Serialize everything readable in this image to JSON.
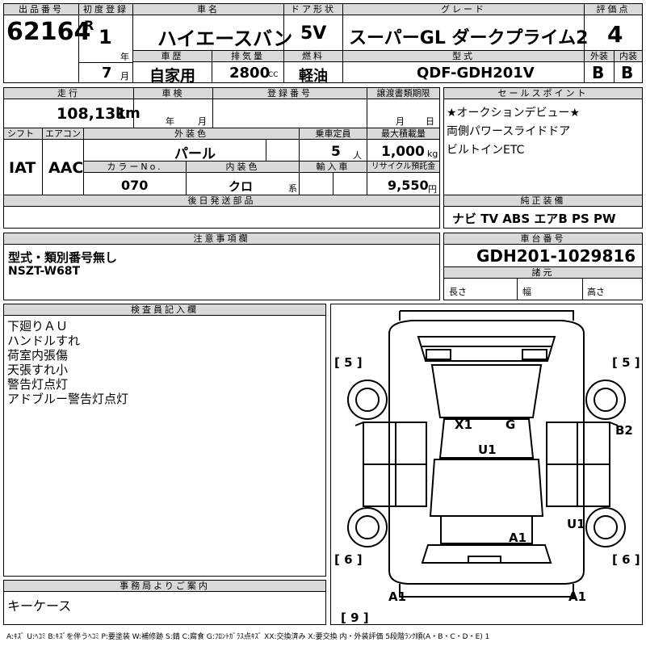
{
  "header_labels": {
    "lot_no": "出品番号",
    "first_reg": "初度登録",
    "car_name": "車名",
    "door": "ドア形状",
    "grade": "グレード",
    "score": "評価点",
    "history": "車歴",
    "displacement": "排気量",
    "fuel": "燃料",
    "model": "型式",
    "exterior": "外装",
    "interior": "内装",
    "year_unit": "年",
    "month_unit": "月",
    "cc_unit": "CC"
  },
  "lot": {
    "lot_no": "62164",
    "era": "R",
    "year": "1",
    "month": "7",
    "car_name": "ハイエースバン",
    "door": "5V",
    "grade": "スーパーGL ダークプライム2",
    "score": "4",
    "history": "自家用",
    "displacement": "2800",
    "fuel": "軽油",
    "model": "QDF-GDH201V",
    "ext_grade": "B",
    "int_grade": "B"
  },
  "section2_labels": {
    "mileage": "走行",
    "inspection": "車検",
    "registration": "登録番号",
    "transfer_docs": "譲渡書類期限",
    "sales_points": "セールスポイント",
    "shift": "シフト",
    "aircon": "エアコン",
    "ext_color": "外装色",
    "capacity": "乗車定員",
    "max_load": "最大積載量",
    "color_no": "カラーNo.",
    "int_color": "内装色",
    "import": "輸入車",
    "recycle": "リサイクル預託金",
    "later_parts": "後日発送部品",
    "standard_equip": "純正装備",
    "km_unit": "km",
    "year_unit": "年",
    "month_unit": "月",
    "day_unit": "日",
    "person_unit": "人",
    "kg_unit": "kg",
    "series_unit": "系",
    "yen_unit": "円"
  },
  "details": {
    "mileage": "108,131",
    "shift": "IAT",
    "aircon": "AAC",
    "ext_color": "パール",
    "capacity": "5",
    "max_load": "1,000",
    "color_no": "070",
    "int_color": "クロ",
    "recycle": "9,550"
  },
  "sales_points": [
    "★オークションデビュー★",
    "両側パワースライドドア",
    "ビルトインETC"
  ],
  "equipment": "ナビ TV ABS エアB PS PW",
  "notes": {
    "title": "注意事項欄",
    "lines": [
      "型式・類別番号無し",
      "NSZT-W68T"
    ]
  },
  "chassis": {
    "title": "車台番号",
    "value": "GDH201-1029816",
    "spec_title": "諸元",
    "length": "長さ",
    "width": "幅",
    "height": "高さ"
  },
  "inspector": {
    "title": "検査員記入欄",
    "lines": [
      "下廻りＡＵ",
      "ハンドルすれ",
      "荷室内張傷",
      "天張すれ小",
      "警告灯点灯",
      "アドブルー警告灯点灯"
    ]
  },
  "diagram_marks": {
    "tire_fl": "[ 5 ]",
    "tire_fr": "[ 5 ]",
    "tire_rl": "[ 6 ]",
    "tire_rr": "[ 6 ]",
    "spare": "[ 9 ]",
    "x1": "X1",
    "g": "G",
    "u1_roof": "U1",
    "b2": "B2",
    "u1_side": "U1",
    "a1_rear": "A1",
    "a1_left": "A1",
    "a1_right": "A1"
  },
  "office": {
    "title": "事務局よりご案内",
    "text": "キーケース"
  },
  "legend": "A:ｷｽﾞ U:ﾍｺﾐ B:ｷｽﾞを伴うﾍｺﾐ P:要塗装 W:補修跡 S:錆 C:腐食 G:ﾌﾛﾝﾄｶﾞﾗｽ点ｷｽﾞ XX:交換済み X:要交換  内・外装評価 5段階ﾗﾝｸ順(A・B・C・D・E) 1"
}
